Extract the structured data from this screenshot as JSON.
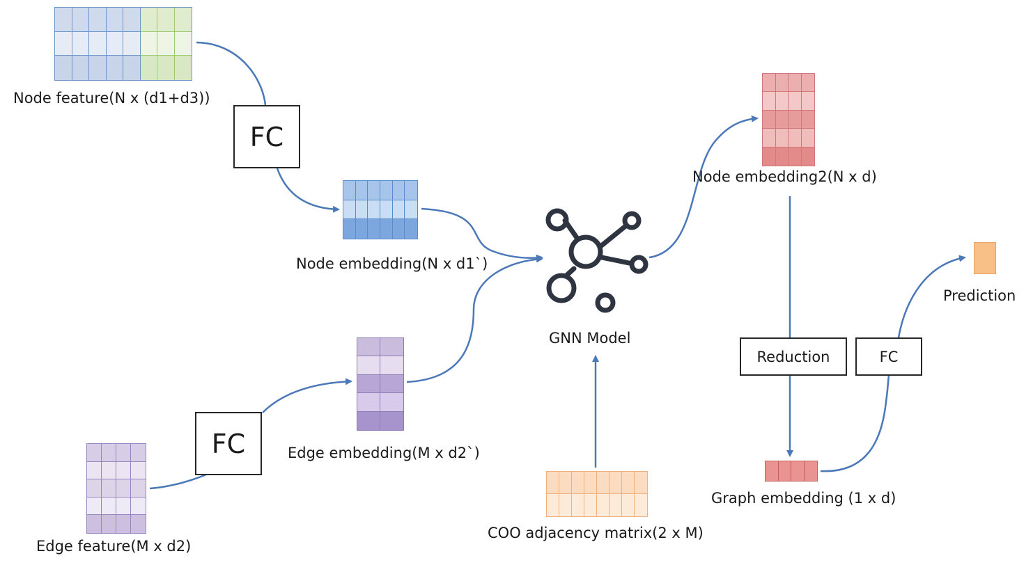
{
  "nodes": {
    "node_feature": {
      "label": "Node feature(N x (d1+d3))"
    },
    "fc_top": {
      "label": "FC"
    },
    "node_embedding": {
      "label": "Node embedding(N x d1`)"
    },
    "edge_feature": {
      "label": "Edge feature(M x d2)"
    },
    "fc_bottom": {
      "label": "FC"
    },
    "edge_embedding": {
      "label": "Edge embedding(M x d2`)"
    },
    "gnn_model": {
      "label": "GNN Model"
    },
    "coo_matrix": {
      "label": "COO adjacency matrix(2 x M)"
    },
    "node_embedding2": {
      "label": "Node embedding2(N x d)"
    },
    "reduction": {
      "label": "Reduction"
    },
    "fc_right": {
      "label": "FC"
    },
    "graph_embedding": {
      "label": "Graph embedding (1 x d)"
    },
    "prediction": {
      "label": "Prediction"
    }
  },
  "icons": {
    "gnn": "network-graph-icon"
  },
  "colors": {
    "arrow": "#4a78b8",
    "box_border": "#262626",
    "node_feature_blue": [
      "#cfdaec",
      "#e6ecf6",
      "#c8d4ea"
    ],
    "node_feature_green": [
      "#dfecce",
      "#eef5e4",
      "#d8e7c4"
    ],
    "node_feature_grid_blue": "#6e93c9",
    "node_feature_grid_green": "#9ccb6f",
    "node_embedding": [
      "#a7c5ea",
      "#c9ddf5",
      "#7ba6de"
    ],
    "node_embedding_grid": "#5b8bcf",
    "edge_embedding": [
      "#c9bcdd",
      "#e6ddf0",
      "#b8a7d6",
      "#d7caea",
      "#a894cc"
    ],
    "edge_embedding_grid": "#8d7bb5",
    "edge_feature": [
      "#d7cde6",
      "#eae4f3",
      "#ddd4ea",
      "#efebf6",
      "#cdbfe0"
    ],
    "edge_feature_grid": "#9685be",
    "node_embedding2": [
      "#ecaeae",
      "#f4c8c8",
      "#e79c9c",
      "#f0bcbc",
      "#e38a8a"
    ],
    "node_embedding2_grid": "#d27878",
    "graph_embedding": [
      "#e99393"
    ],
    "graph_embedding_grid": "#c65e5e",
    "coo": [
      "#fbdcc0",
      "#fdebd9"
    ],
    "coo_grid": "#f2b07c",
    "prediction": "#f8bf86",
    "prediction_border": "#eea35e"
  }
}
